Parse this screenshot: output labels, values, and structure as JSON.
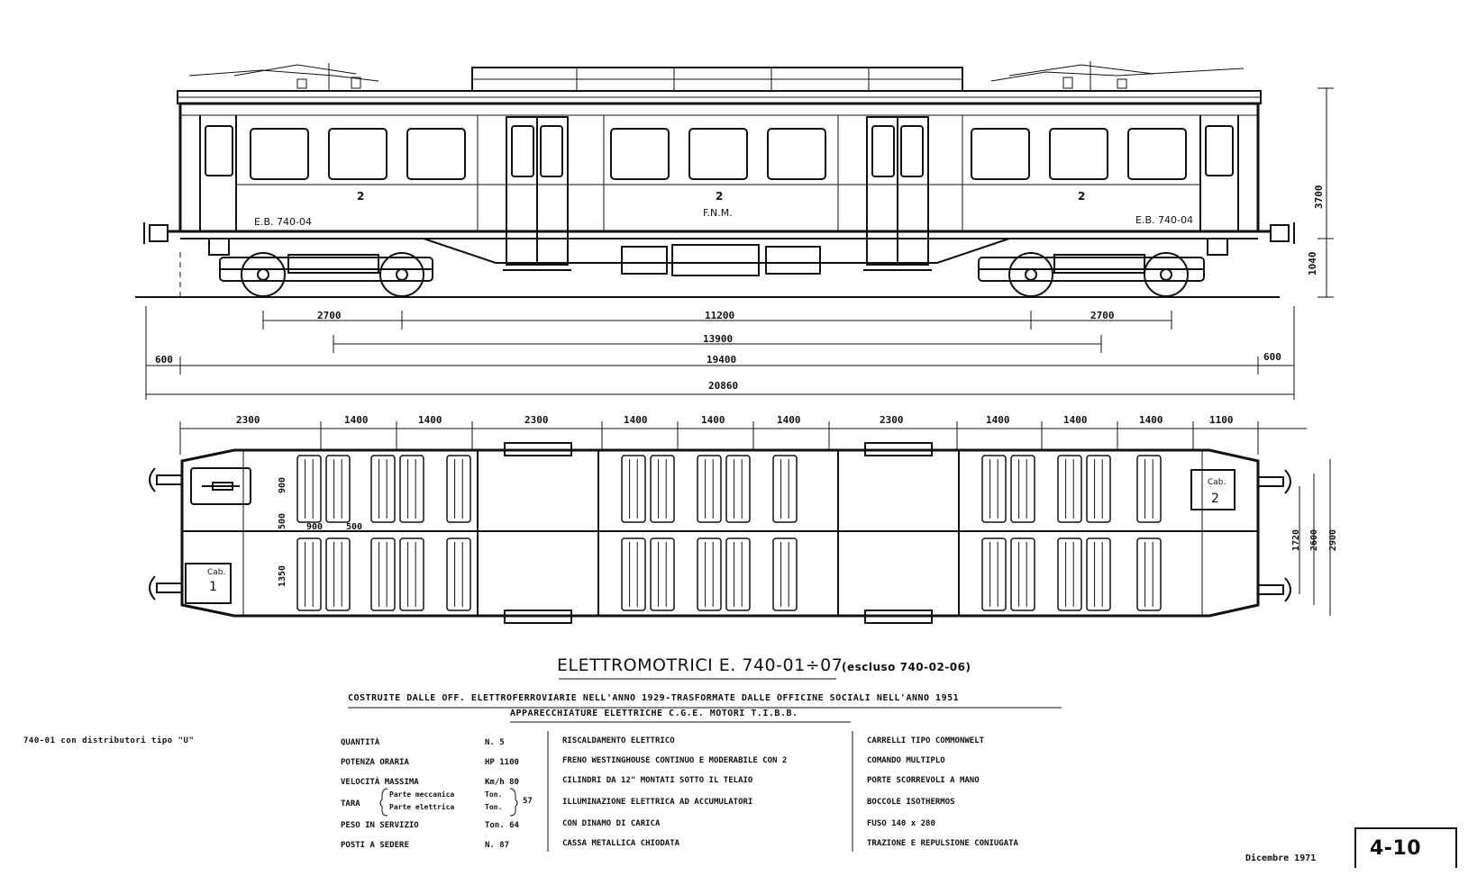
{
  "side_view": {
    "car_labels": [
      "2",
      "2",
      "2"
    ],
    "owner": "F.N.M.",
    "number_left": "E.B. 740-04",
    "number_right": "E.B. 740-04",
    "dims": {
      "bogie_left": "2700",
      "center": "11200",
      "bogie_right": "2700",
      "pivots": "13900",
      "body": "19400",
      "overhang_left": "600",
      "overhang_right": "600",
      "overall": "20860",
      "height": "3700",
      "floor": "1040"
    }
  },
  "plan_view": {
    "top_dims": [
      "2300",
      "1400",
      "1400",
      "2300",
      "1400",
      "1400",
      "1400",
      "2300",
      "1400",
      "1400",
      "1400",
      "1100"
    ],
    "inner_dims": {
      "a": "900",
      "b": "500",
      "c": "900",
      "d": "500",
      "e": "1350"
    },
    "width_dims": [
      "1720",
      "2600",
      "2900"
    ],
    "cab1": "Cab.",
    "cab1_num": "1",
    "cab2": "Cab.",
    "cab2_num": "2"
  },
  "title": {
    "main": "ELETTROMOTRICI  E. 740-01÷07",
    "note": "(escluso 740-02-06)",
    "sub1": "COSTRUITE DALLE OFF. ELETTROFERROVIARIE NELL'ANNO 1929-TRASFORMATE DALLE OFFICINE SOCIALI NELL'ANNO 1951",
    "sub2": "APPARECCHIATURE ELETTRICHE C.G.E. MOTORI T.I.B.B."
  },
  "side_note": "740-01 con distributori tipo \"U\"",
  "specs": {
    "col1": [
      {
        "label": "QUANTITÀ",
        "value": "N. 5"
      },
      {
        "label": "POTENZA ORARIA",
        "value": "HP 1100"
      },
      {
        "label": "VELOCITÀ MASSIMA",
        "value": "Km/h 80"
      },
      {
        "label": "TARA",
        "value": ""
      },
      {
        "label": "PESO IN SERVIZIO",
        "value": "Ton. 64"
      },
      {
        "label": "POSTI A SEDERE",
        "value": "N. 87"
      }
    ],
    "tara_parts": [
      "Parte meccanica",
      "Parte elettrica"
    ],
    "tara_units": [
      "Ton.",
      "Ton."
    ],
    "tara_total": "57",
    "col2": [
      "RISCALDAMENTO ELETTRICO",
      "FRENO WESTINGHOUSE CONTINUO E MODERABILE CON 2",
      "CILINDRI DA 12\" MONTATI SOTTO IL TELAIO",
      "ILLUMINAZIONE ELETTRICA AD ACCUMULATORI",
      "CON DINAMO DI CARICA",
      "CASSA METALLICA CHIODATA"
    ],
    "col3": [
      "CARRELLI TIPO COMMONWELT",
      "COMANDO MULTIPLO",
      "PORTE SCORREVOLI A MANO",
      "BOCCOLE ISOTHERMOS",
      "FUSO 140 x 280",
      "TRAZIONE E REPULSIONE CONIUGATA"
    ]
  },
  "footer": {
    "date": "Dicembre 1971",
    "sheet": "4-10"
  }
}
